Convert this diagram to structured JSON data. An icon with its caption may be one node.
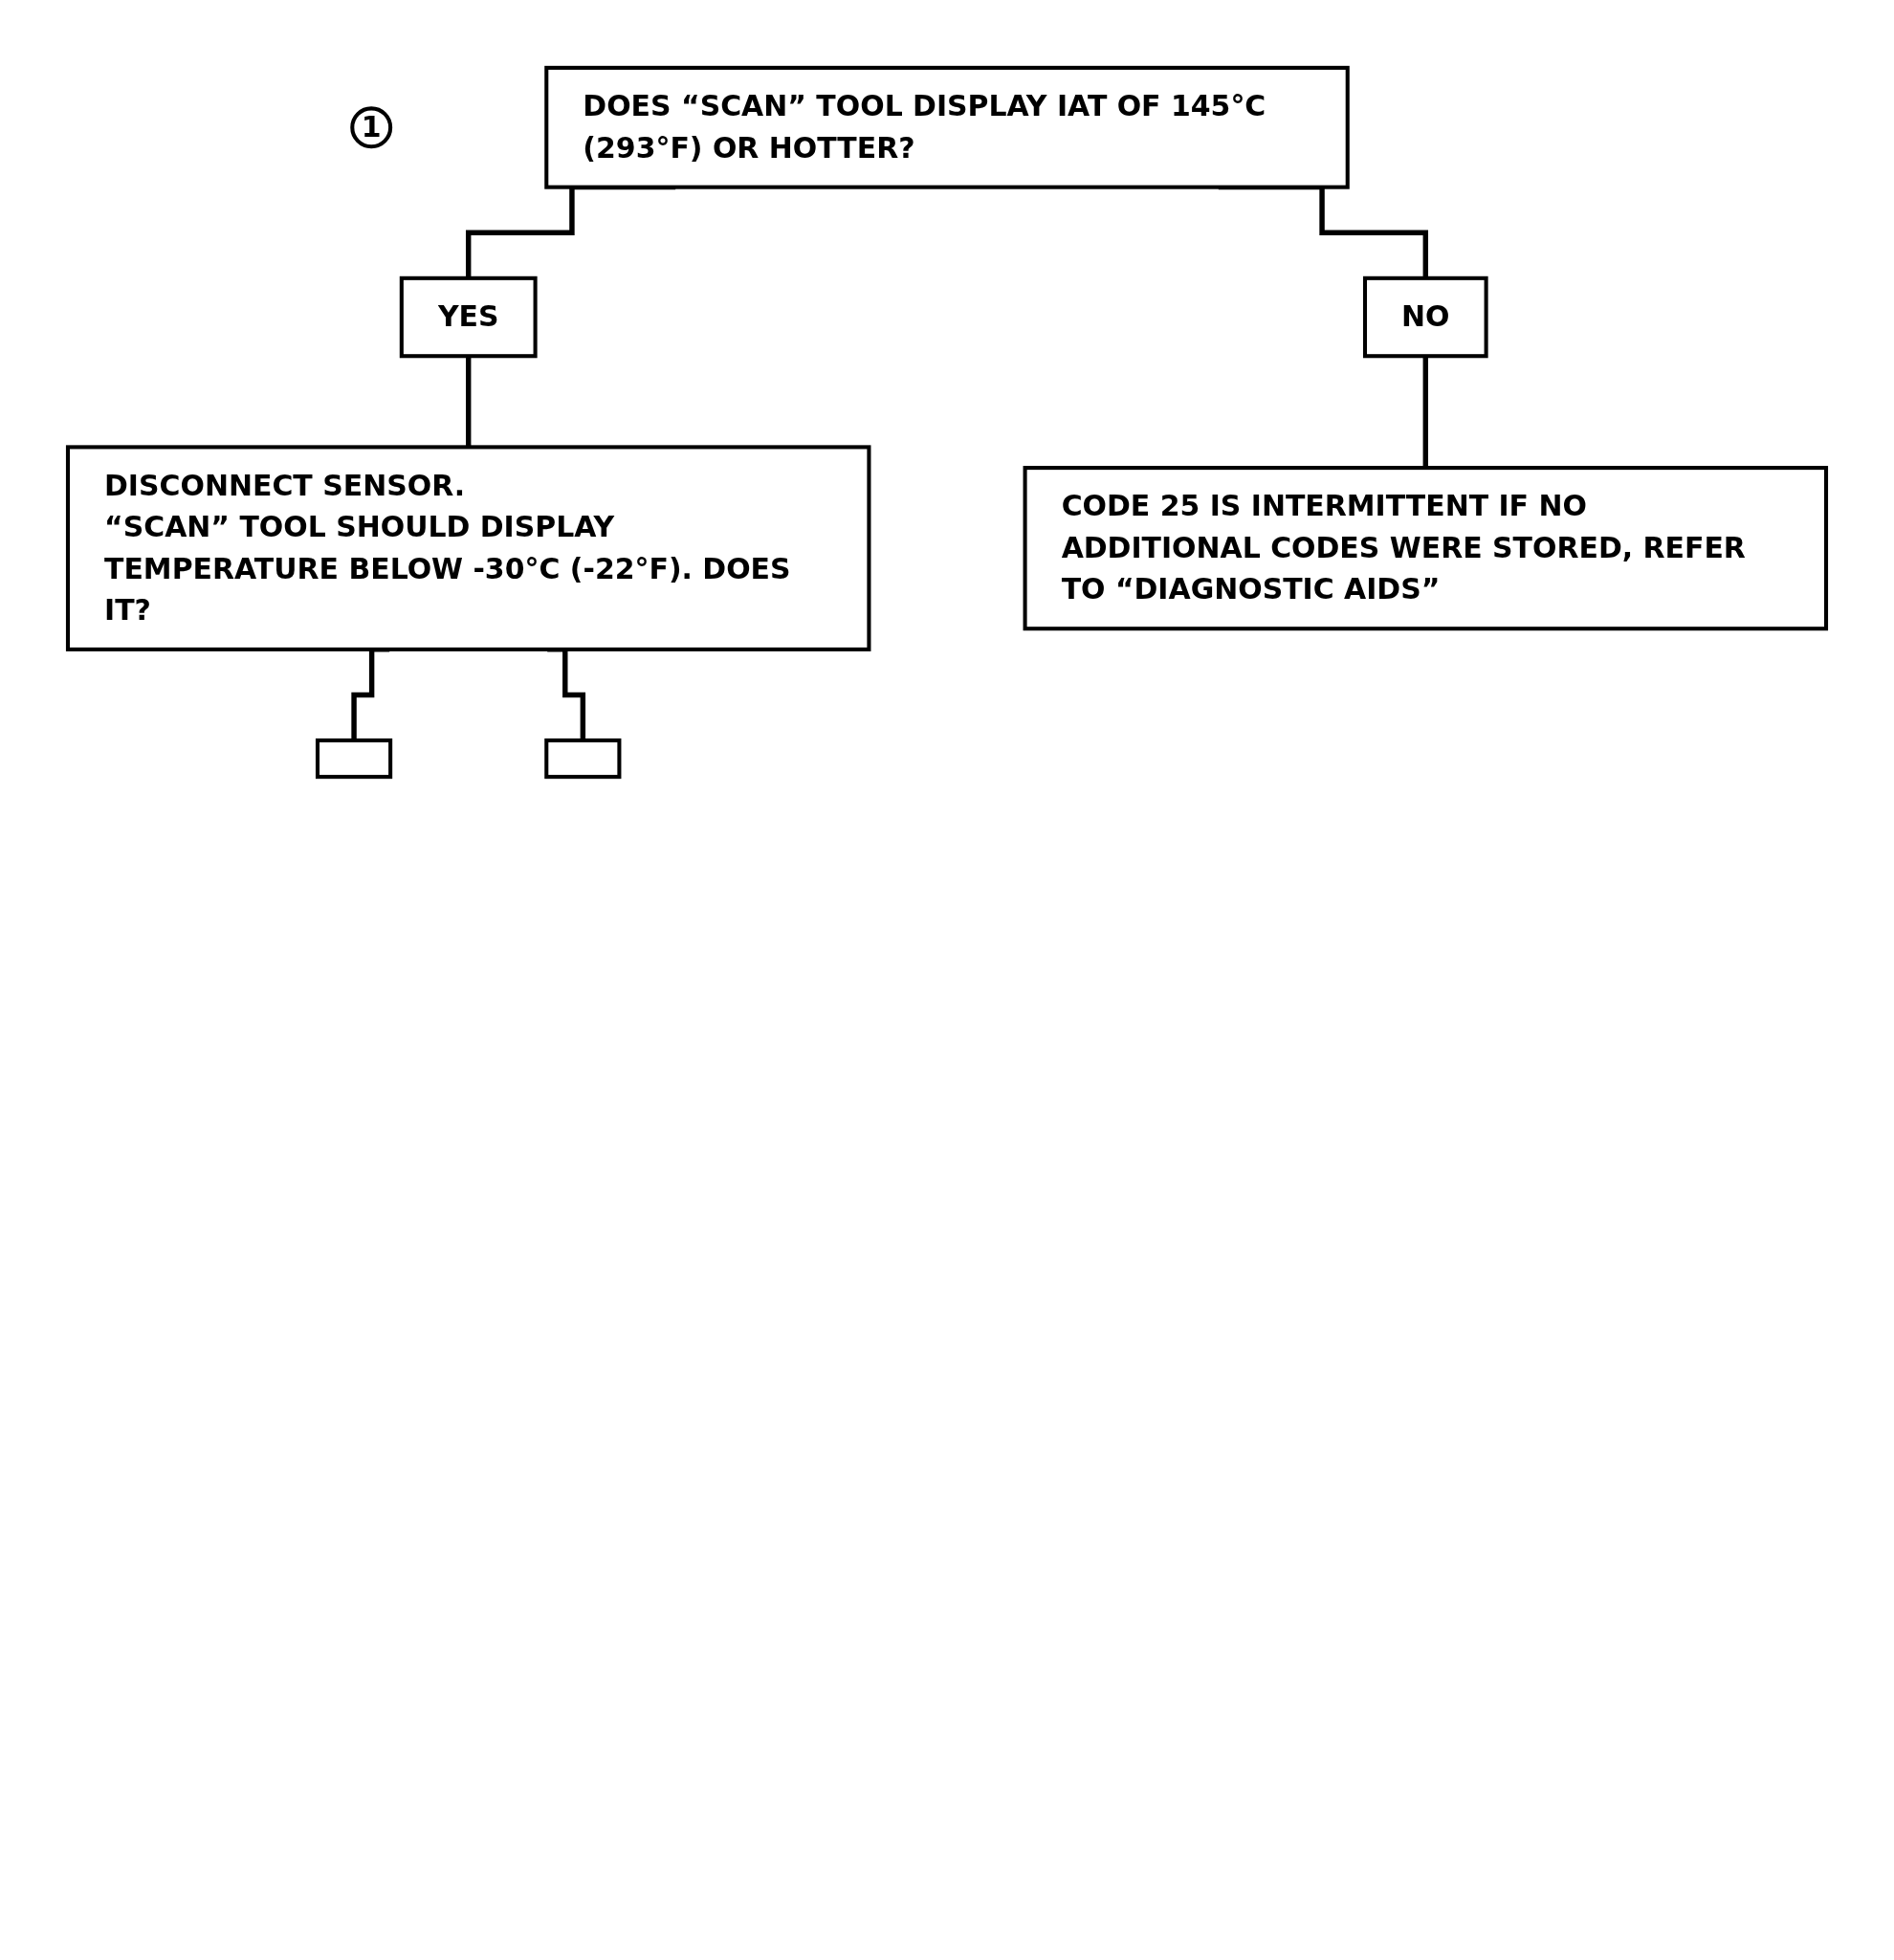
{
  "diagram": {
    "nodes": [
      {
        "text": [
          "1"
        ]
      },
      {
        "text": [
          "DOES “SCAN” TOOL DISPLAY IAT OF 145°C (293°F) OR HOTTER?"
        ]
      },
      {
        "text": [
          "YES"
        ]
      },
      {
        "text": [
          "DISCONNECT SENSOR.",
          "“SCAN” TOOL SHOULD DISPLAY TEMPERATURE BELOW -30°C (-22°F). DOES IT?"
        ]
      },
      {
        "text": [
          "NO"
        ]
      },
      {
        "text": [
          "CODE 25 IS INTERMITTENT IF NO ADDITIONAL CODES WERE STORED, REFER TO “DIAGNOSTIC AIDS”"
        ]
      },
      {
        "text": [],
        "shape": "box"
      },
      {
        "text": [],
        "shape": "box"
      }
    ],
    "edges": [
      {
        "from": 1,
        "to": 2,
        "arrow": "none"
      },
      {
        "from": 1,
        "to": 4,
        "arrow": "none"
      },
      {
        "from": 2,
        "to": 3,
        "arrow": "none"
      },
      {
        "from": 4,
        "to": 5,
        "arrow": "none"
      },
      {
        "from": 3,
        "to": 6,
        "arrow": "none"
      },
      {
        "from": 3,
        "to": 7,
        "arrow": "none"
      }
    ]
  }
}
